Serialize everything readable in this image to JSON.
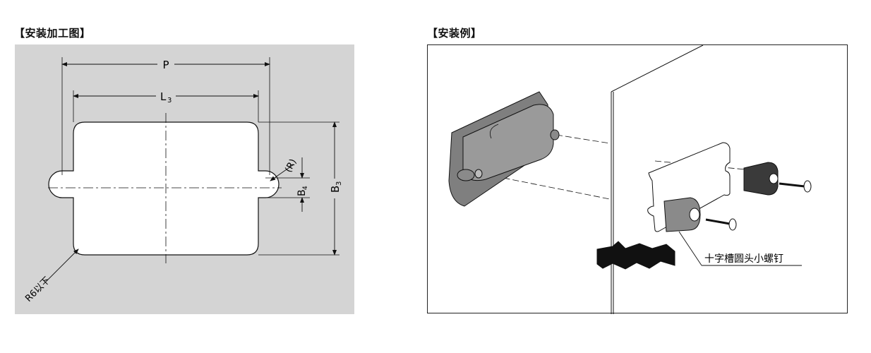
{
  "left_section": {
    "title": "【安装加工图】",
    "labels": {
      "p": "P",
      "l3": "L",
      "l3_sub": "3",
      "b3": "B",
      "b3_sub": "3",
      "b4": "B",
      "b4_sub": "4",
      "r": "(R)",
      "r6": "R6以下"
    }
  },
  "right_section": {
    "title": "【安装例】",
    "screw_label": "十字槽圆头小螺钉"
  },
  "colors": {
    "panel_bg": "#d4d4d4",
    "part_fill": "#8f8f8f",
    "line": "#111111"
  }
}
